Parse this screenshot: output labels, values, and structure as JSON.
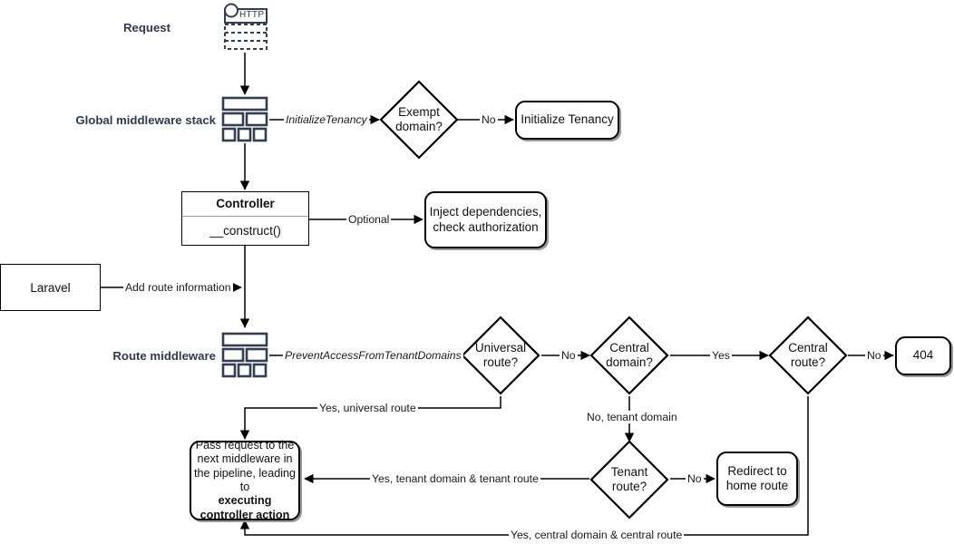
{
  "diagram": {
    "title": "Laravel multi-tenancy request lifecycle flowchart",
    "colors": {
      "stroke": "#000000",
      "icon": "#333f51",
      "step_label": "#2f3a4c",
      "shadow": "#9a9a9a",
      "background": "#ffffff"
    }
  },
  "step_labels": {
    "request": "Request",
    "global_middleware": "Global middleware stack",
    "route_middleware": "Route middleware"
  },
  "icons": {
    "http_request": "http-request-icon",
    "http_text": "HTTP",
    "middleware_stack": "middleware-stack-icon"
  },
  "nodes": {
    "exempt_domain": "Exempt\ndomain?",
    "exempt_domain_l1": "Exempt",
    "exempt_domain_l2": "domain?",
    "initialize_tenancy": "Initialize Tenancy",
    "controller_title": "Controller",
    "controller_method": "__construct()",
    "inject_deps_l1": "Inject dependencies,",
    "inject_deps_l2": "check authorization",
    "laravel": "Laravel",
    "universal_route_l1": "Universal",
    "universal_route_l2": "route?",
    "central_domain_l1": "Central",
    "central_domain_l2": "domain?",
    "central_route_l1": "Central",
    "central_route_l2": "route?",
    "not_found": "404",
    "tenant_route_l1": "Tenant",
    "tenant_route_l2": "route?",
    "redirect_home_l1": "Redirect to",
    "redirect_home_l2": "home route",
    "pass_request_l1": "Pass request to the",
    "pass_request_l2": "next middleware in",
    "pass_request_l3": "the pipeline, leading",
    "pass_request_l4": "to ",
    "pass_request_bold1": "executing",
    "pass_request_bold2": "controller action"
  },
  "edge_labels": {
    "initialize_tenancy": "InitializeTenancy",
    "exempt_no": "No",
    "optional": "Optional",
    "add_route_information": "Add route information",
    "prevent_access": "PreventAccessFromTenantDomains",
    "universal_no": "No",
    "central_domain_yes": "Yes",
    "central_route_no": "No",
    "tenant_route_no": "No",
    "yes_universal_route": "Yes, universal route",
    "no_tenant_domain": "No, tenant domain",
    "yes_tenant_domain_tenant_route": "Yes, tenant domain & tenant route",
    "yes_central_domain_central_route": "Yes, central domain & central route"
  }
}
